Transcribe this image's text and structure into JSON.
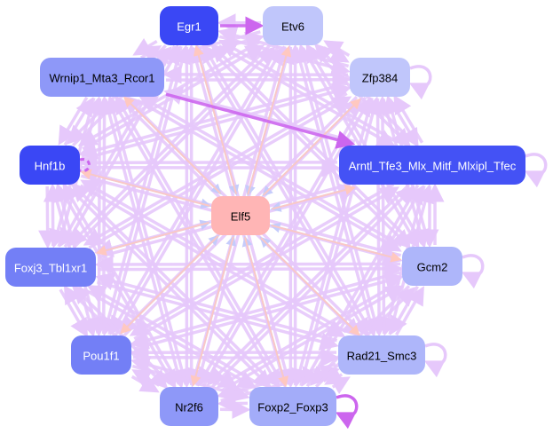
{
  "diagram": {
    "type": "directed-network",
    "nodes": [
      {
        "id": "Egr1",
        "label": "Egr1",
        "fill": "#3a47f5",
        "text_color": "#ffffff"
      },
      {
        "id": "Etv6",
        "label": "Etv6",
        "fill": "#c0c6fb",
        "text_color": "#000000"
      },
      {
        "id": "Wrnip1_Mta3_Rcor1",
        "label": "Wrnip1_Mta3_Rcor1",
        "fill": "#8e98f8",
        "text_color": "#000000"
      },
      {
        "id": "Zfp384",
        "label": "Zfp384",
        "fill": "#c0c6fb",
        "text_color": "#000000"
      },
      {
        "id": "Hnf1b",
        "label": "Hnf1b",
        "fill": "#3a47f5",
        "text_color": "#ffffff"
      },
      {
        "id": "Arntl_Tfe3_Mlx_Mitf_Mlxipl_Tfec",
        "label": "Arntl_Tfe3_Mlx_Mitf_Mlxipl_Tfec",
        "fill": "#4452f5",
        "text_color": "#ffffff"
      },
      {
        "id": "Elf5",
        "label": "Elf5",
        "fill": "#ffb5b5",
        "text_color": "#000000"
      },
      {
        "id": "Foxj3_Tbl1xr1",
        "label": "Foxj3_Tbl1xr1",
        "fill": "#737ff6",
        "text_color": "#ffffff"
      },
      {
        "id": "Gcm2",
        "label": "Gcm2",
        "fill": "#aeb6fa",
        "text_color": "#000000"
      },
      {
        "id": "Pou1f1",
        "label": "Pou1f1",
        "fill": "#737ff6",
        "text_color": "#ffffff"
      },
      {
        "id": "Rad21_Smc3",
        "label": "Rad21_Smc3",
        "fill": "#aeb6fa",
        "text_color": "#000000"
      },
      {
        "id": "Nr2f6",
        "label": "Nr2f6",
        "fill": "#8e98f8",
        "text_color": "#000000"
      },
      {
        "id": "Foxp2_Foxp3",
        "label": "Foxp2_Foxp3",
        "fill": "#a3acf9",
        "text_color": "#000000"
      }
    ],
    "edge_colors": {
      "default": "#e6c8fb",
      "strong": "#cc66ee",
      "to_elf5": "#c5ccfb",
      "from_elf5": "#ffc8c0"
    },
    "highlight_edges": [
      {
        "source": "Egr1",
        "target": "Etv6"
      },
      {
        "source": "Wrnip1_Mta3_Rcor1",
        "target": "Arntl_Tfe3_Mlx_Mitf_Mlxipl_Tfec"
      },
      {
        "source": "Foxp2_Foxp3",
        "target": "Foxp2_Foxp3"
      },
      {
        "source": "Hnf1b",
        "target": "Hnf1b"
      }
    ],
    "self_loops": [
      "Zfp384",
      "Arntl_Tfe3_Mlx_Mitf_Mlxipl_Tfec",
      "Gcm2",
      "Rad21_Smc3",
      "Foxp2_Foxp3"
    ]
  }
}
